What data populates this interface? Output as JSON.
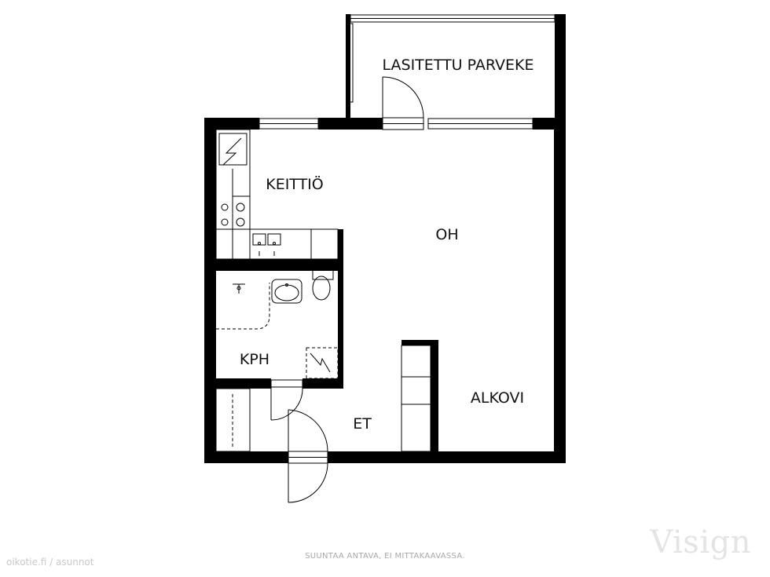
{
  "rooms": {
    "balcony": "LASITETTU PARVEKE",
    "kitchen": "KEITTIÖ",
    "living": "OH",
    "bathroom": "KPH",
    "alcove": "ALKOVI",
    "entry": "ET"
  },
  "footer": {
    "disclaimer": "SUUNTAA ANTAVA, EI MITTAKAAVASSA.",
    "site": "oikotie.fi / asunnot",
    "brand": "Visign"
  },
  "colors": {
    "wall": "#000000",
    "fixture_line": "#333333",
    "background": "#ffffff"
  }
}
